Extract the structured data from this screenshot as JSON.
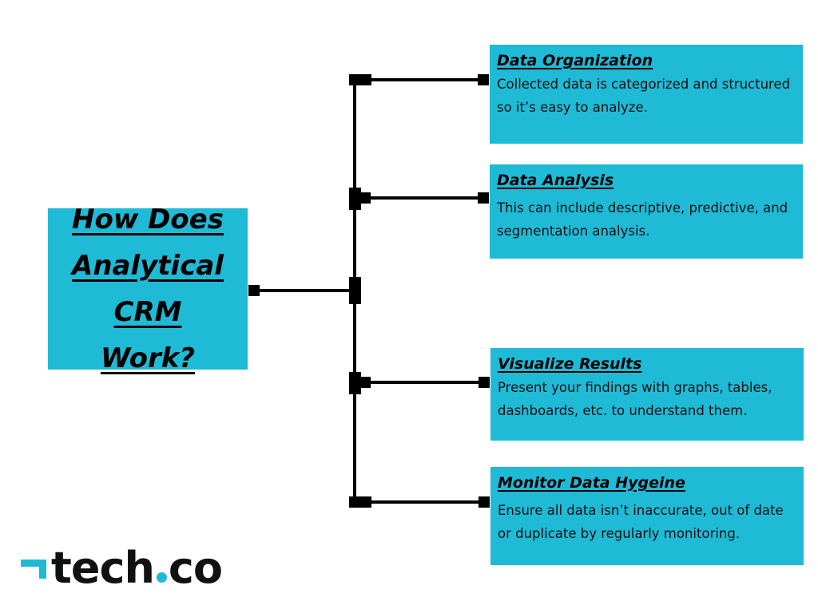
{
  "main": {
    "title": "How Does Analytical CRM Work?"
  },
  "steps": [
    {
      "title": "Data Organization",
      "description": "Collected data is categorized and structured so it’s easy to analyze."
    },
    {
      "title": "Data Analysis",
      "description": "This can include descriptive, predictive, and segmentation analysis."
    },
    {
      "title": "Visualize Results",
      "description": "Present your findings with graphs, tables, dashboards, etc. to understand them."
    },
    {
      "title": "Monitor Data Hygeine",
      "description": "Ensure all data isn’t inaccurate, out of date or duplicate by regularly monitoring."
    }
  ],
  "logo": {
    "text_before": "tech",
    "text_after": "co",
    "icon": "corner-arrow-icon"
  },
  "colors": {
    "accent": "#1fbad6",
    "text": "#000000",
    "connector": "#000000"
  }
}
